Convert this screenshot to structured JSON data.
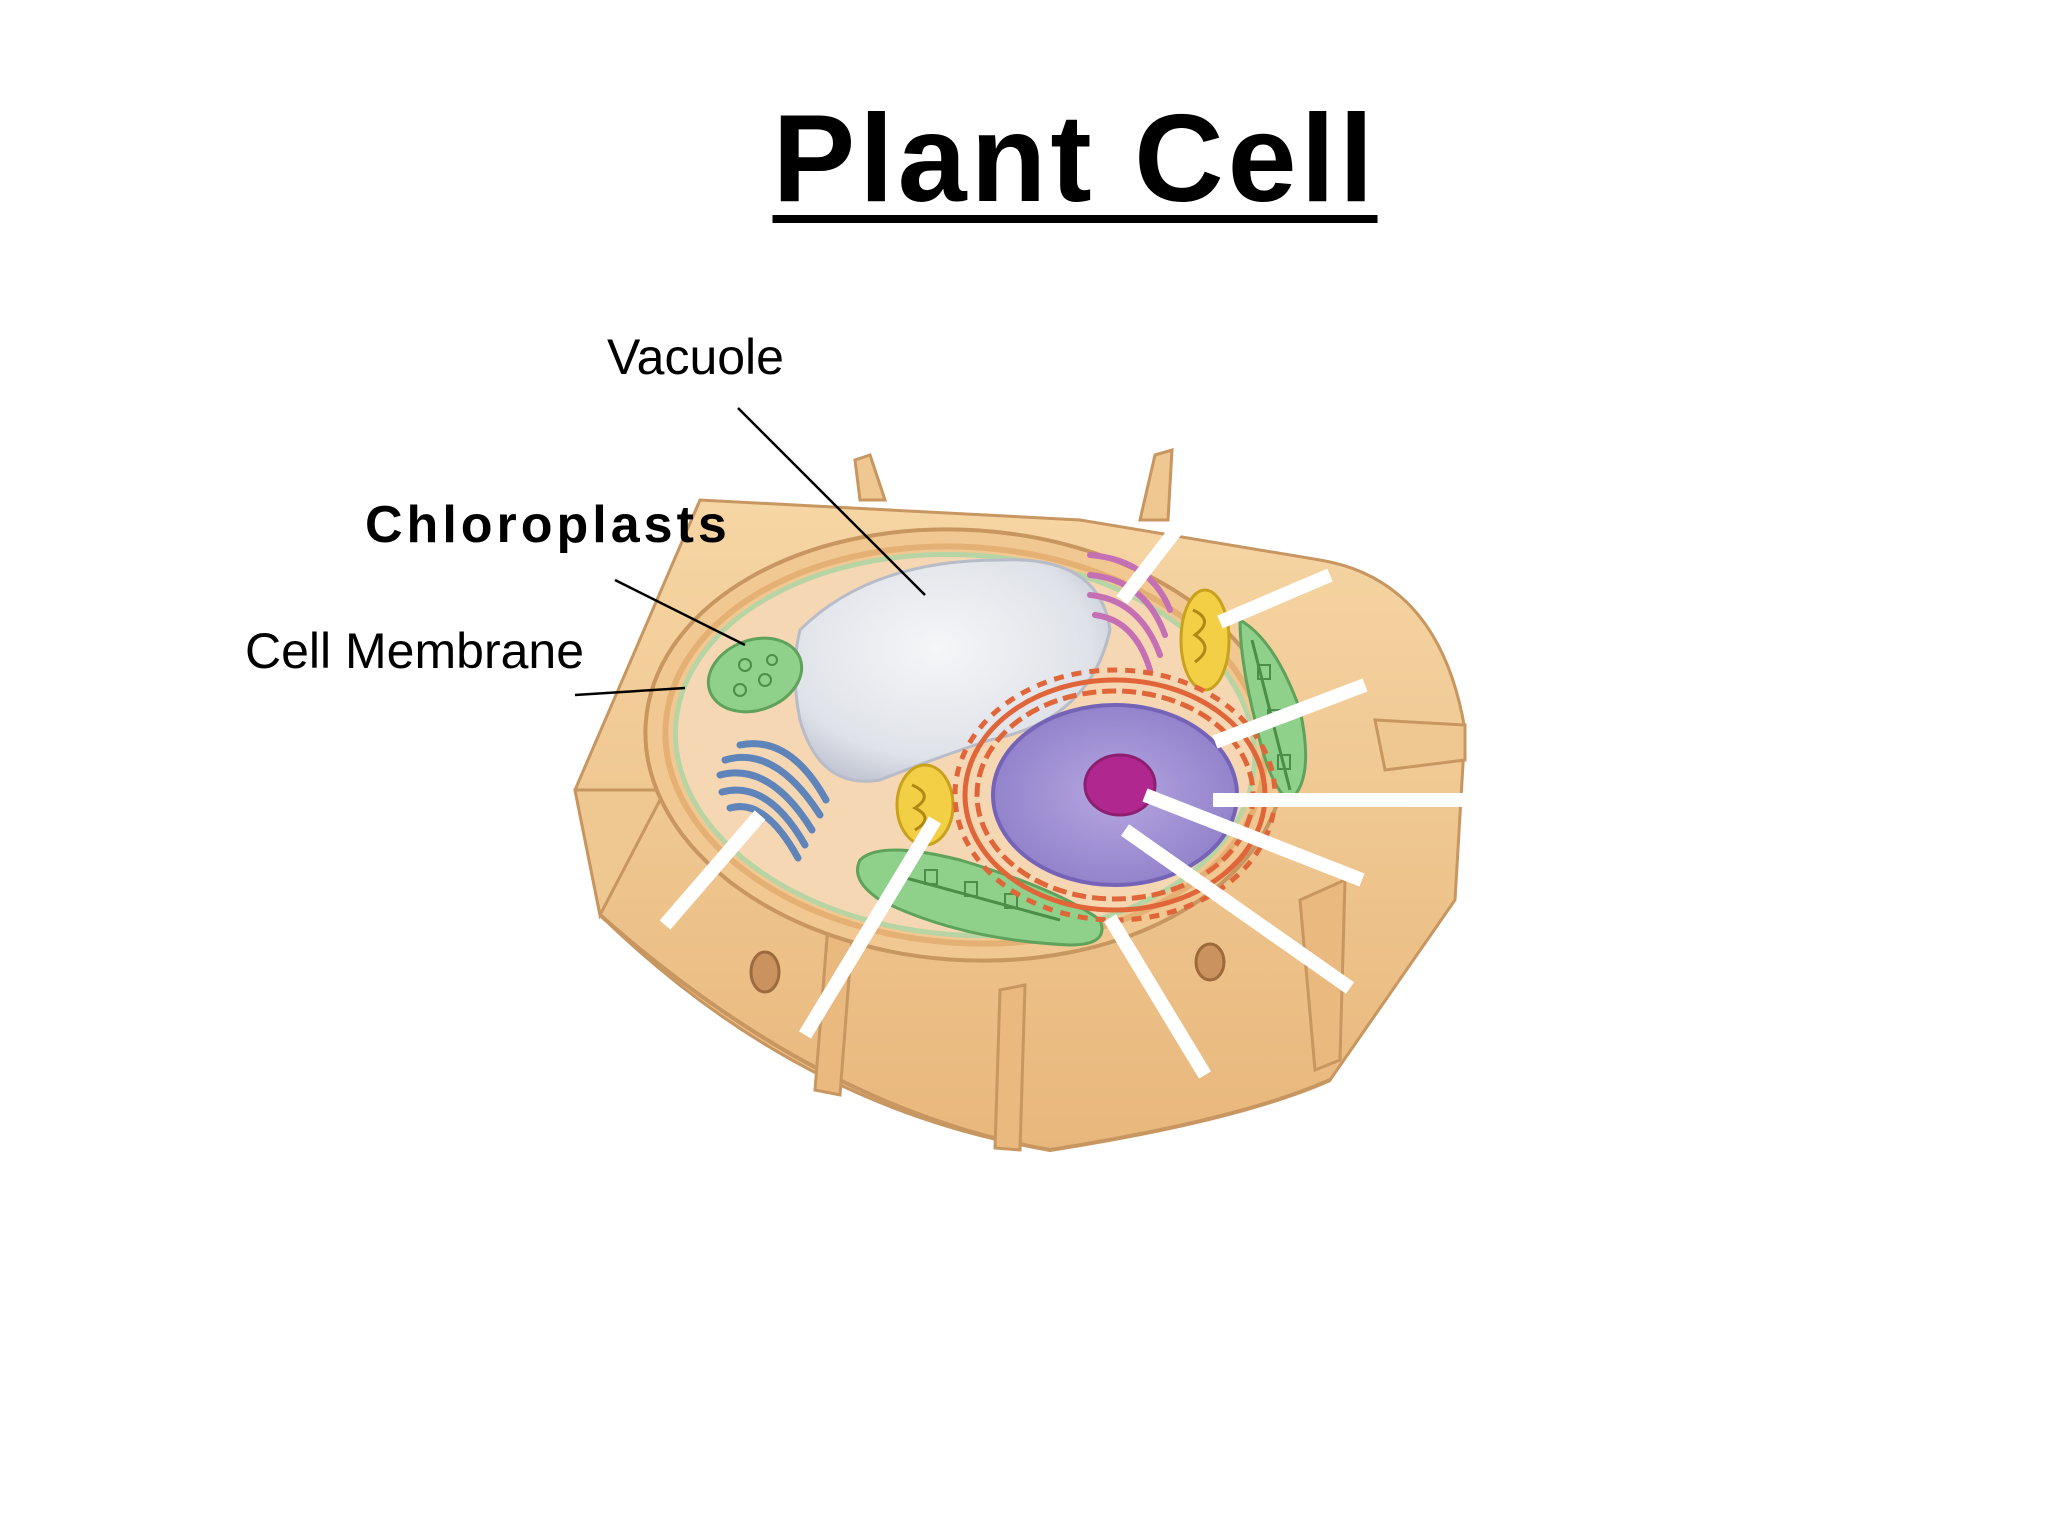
{
  "title": "Plant Cell",
  "labels": {
    "vacuole": "Vacuole",
    "chloroplasts": "Chloroplasts",
    "cell_membrane": "Cell Membrane"
  },
  "colors": {
    "cell_wall": "#f2c891",
    "cell_wall_dark": "#d9a468",
    "cytoplasm": "#f7d9b5",
    "vacuole": "#dfe3ea",
    "chloroplast": "#8fd08a",
    "golgi": "#6f93c6",
    "mitochondria": "#f2cf45",
    "nucleus": "#a99ad8",
    "nucleolus": "#b0288f",
    "endoplasmic_reticulum": "#e0663a",
    "smooth_er": "#c56fb5"
  }
}
